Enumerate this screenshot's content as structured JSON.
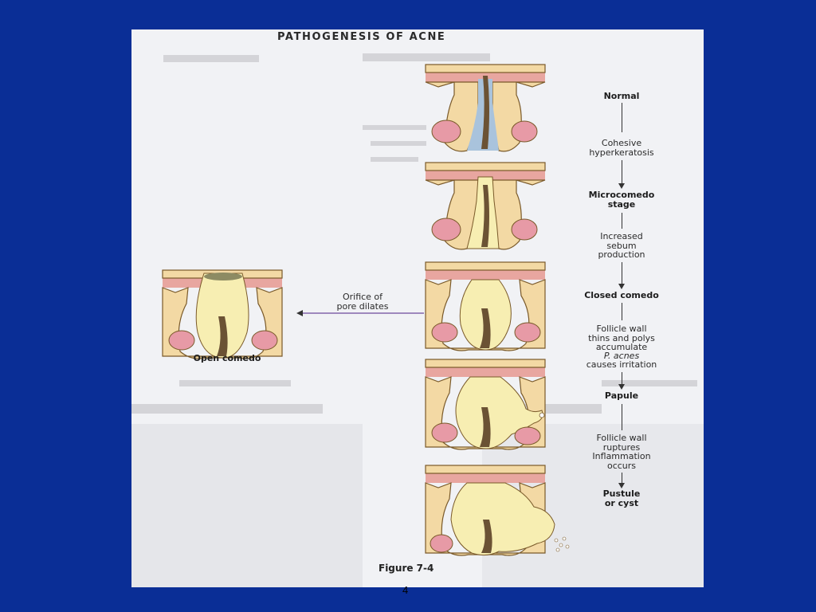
{
  "title": "PATHOGENESIS OF ACNE",
  "stages": {
    "normal": "Normal",
    "microcomedo": "Microcomedo\nstage",
    "closed_comedo": "Closed comedo",
    "papule": "Papule",
    "pustule": "Pustule\nor cyst",
    "open_comedo": "Open comedo"
  },
  "transitions": {
    "t1": "Cohesive\nhyperkeratosis",
    "t2": "Increased\nsebum\nproduction",
    "t3a": "Follicle wall\nthins and polys\naccumulate",
    "t3b": "P. acnes",
    "t3c": "causes irritation",
    "t4": "Follicle wall\nruptures\nInflammation\noccurs",
    "side": "Orifice of\npore dilates"
  },
  "caption": "Figure 7-4",
  "page_number": "4",
  "colors": {
    "background": "#0a2e96",
    "slide": "#f1f2f5",
    "skin": "#f3d9a4",
    "dermis_blush": "#e8a6a0",
    "gland_pink": "#e79aa6",
    "hair": "#6b5234",
    "keratin_blue": "#a9c3dc",
    "sebum_yellow": "#f7eeb2",
    "arrow_purple": "#6c4a9c"
  }
}
